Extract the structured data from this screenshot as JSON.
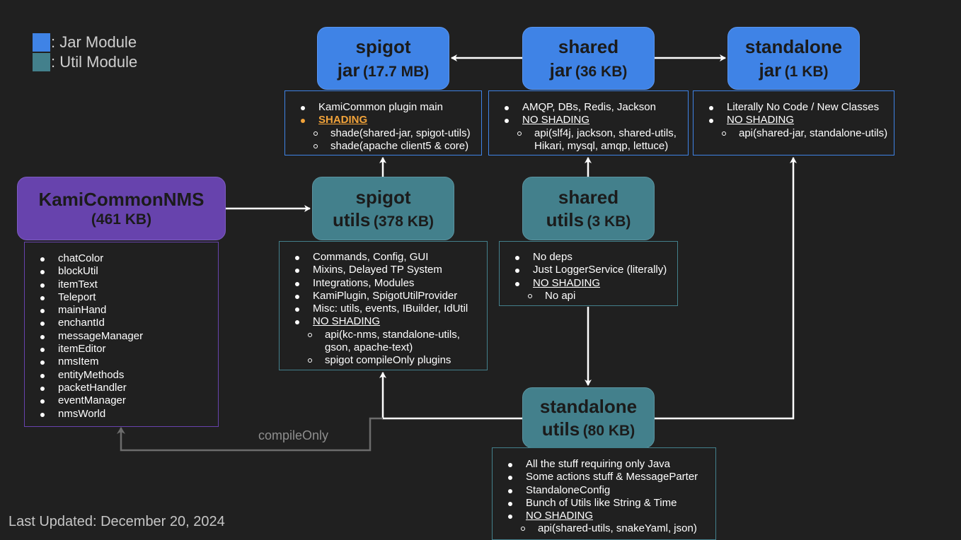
{
  "legend": {
    "jar_label": ": Jar Module",
    "util_label": ": Util Module",
    "jar_color": "#3f83e6",
    "util_color": "#43808c"
  },
  "modules": {
    "spigot_jar": {
      "name": "spigot",
      "kind": "jar",
      "size": "(17.7 MB)"
    },
    "shared_jar": {
      "name": "shared",
      "kind": "jar",
      "size": "(36 KB)"
    },
    "standalone_jar": {
      "name": "standalone",
      "kind": "jar",
      "size": "(1 KB)"
    },
    "nms": {
      "name": "KamiCommonNMS",
      "size": "(461 KB)"
    },
    "spigot_utils": {
      "name": "spigot",
      "kind": "utils",
      "size": "(378 KB)"
    },
    "shared_utils": {
      "name": "shared",
      "kind": "utils",
      "size": "(3 KB)"
    },
    "standalone_utils": {
      "name": "standalone",
      "kind": "utils",
      "size": "(80 KB)"
    }
  },
  "details": {
    "spigot_jar": [
      {
        "text": "KamiCommon plugin main",
        "level": 1
      },
      {
        "text": "SHADING",
        "level": 1,
        "style": "orange"
      },
      {
        "text": "shade(shared-jar, spigot-utils)",
        "level": 2
      },
      {
        "text": "shade(apache client5 & core)",
        "level": 2
      }
    ],
    "shared_jar": [
      {
        "text": "AMQP, DBs, Redis, Jackson",
        "level": 1
      },
      {
        "text": "NO SHADING",
        "level": 1,
        "style": "underline"
      },
      {
        "text": "api(slf4j, jackson, shared-utils, Hikari, mysql, amqp, lettuce)",
        "level": 2
      }
    ],
    "standalone_jar": [
      {
        "text": "Literally No Code / New Classes",
        "level": 1
      },
      {
        "text": "NO SHADING",
        "level": 1,
        "style": "underline"
      },
      {
        "text": "api(shared-jar, standalone-utils)",
        "level": 2
      }
    ],
    "nms": [
      {
        "text": "chatColor",
        "level": 1
      },
      {
        "text": "blockUtil",
        "level": 1
      },
      {
        "text": "itemText",
        "level": 1
      },
      {
        "text": "Teleport",
        "level": 1
      },
      {
        "text": "mainHand",
        "level": 1
      },
      {
        "text": "enchantId",
        "level": 1
      },
      {
        "text": "messageManager",
        "level": 1
      },
      {
        "text": "itemEditor",
        "level": 1
      },
      {
        "text": "nmsItem",
        "level": 1
      },
      {
        "text": "entityMethods",
        "level": 1
      },
      {
        "text": "packetHandler",
        "level": 1
      },
      {
        "text": "eventManager",
        "level": 1
      },
      {
        "text": "nmsWorld",
        "level": 1
      }
    ],
    "spigot_utils": [
      {
        "text": "Commands, Config, GUI",
        "level": 1
      },
      {
        "text": "Mixins, Delayed TP System",
        "level": 1
      },
      {
        "text": "Integrations, Modules",
        "level": 1
      },
      {
        "text": "KamiPlugin, SpigotUtilProvider",
        "level": 1
      },
      {
        "text": "Misc: utils, events, IBuilder, IdUtil",
        "level": 1
      },
      {
        "text": "NO SHADING",
        "level": 1,
        "style": "underline"
      },
      {
        "text": "api(kc-nms, standalone-utils, gson, apache-text)",
        "level": 2
      },
      {
        "text": "spigot compileOnly plugins",
        "level": 2
      }
    ],
    "shared_utils": [
      {
        "text": "No deps",
        "level": 1
      },
      {
        "text": "Just LoggerService (literally)",
        "level": 1
      },
      {
        "text": "NO SHADING",
        "level": 1,
        "style": "underline"
      },
      {
        "text": "No api",
        "level": 2
      }
    ],
    "standalone_utils": [
      {
        "text": "All the stuff requiring only Java",
        "level": 1
      },
      {
        "text": "Some actions stuff & MessageParter",
        "level": 1
      },
      {
        "text": "StandaloneConfig",
        "level": 1
      },
      {
        "text": "Bunch of Utils like String & Time",
        "level": 1
      },
      {
        "text": "NO SHADING",
        "level": 1,
        "style": "underline"
      },
      {
        "text": "api(shared-utils, snakeYaml, json)",
        "level": 2
      }
    ]
  },
  "compile_only_label": "compileOnly",
  "last_updated": "Last Updated: December 20, 2024"
}
